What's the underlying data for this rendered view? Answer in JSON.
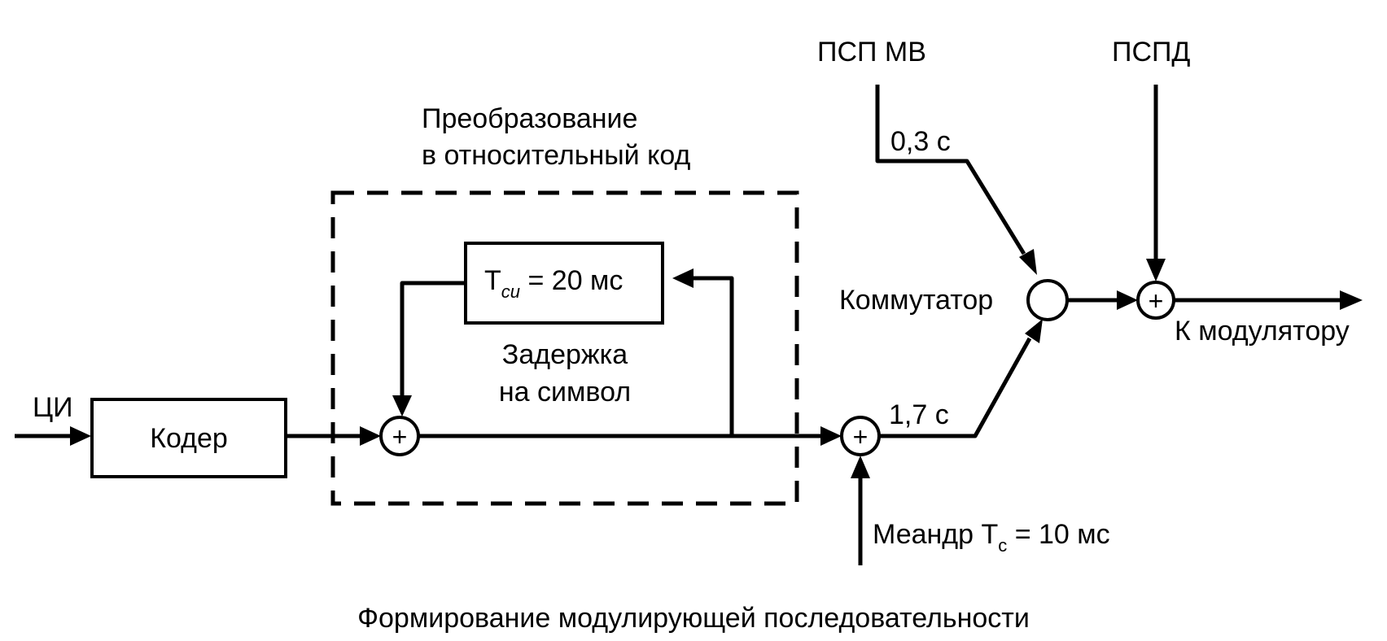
{
  "labels": {
    "ci": "ЦИ",
    "coder": "Кодер",
    "group_title_line1": "Преобразование",
    "group_title_line2": "в относительный код",
    "delay_box_main": "T",
    "delay_box_sub": "си",
    "delay_box_rest": " = 20 мс",
    "delay_caption_line1": "Задержка",
    "delay_caption_line2": "на символ",
    "psp_mv": "ПСП МВ",
    "pspd": "ПСПД",
    "time_03": "0,3 с",
    "time_17": "1,7 с",
    "commutator": "Коммутатор",
    "output": "К модулятору",
    "meander_main": "Меандр T",
    "meander_sub": "c",
    "meander_rest": " = 10 мс",
    "caption": "Формирование модулирующей последовательности"
  }
}
